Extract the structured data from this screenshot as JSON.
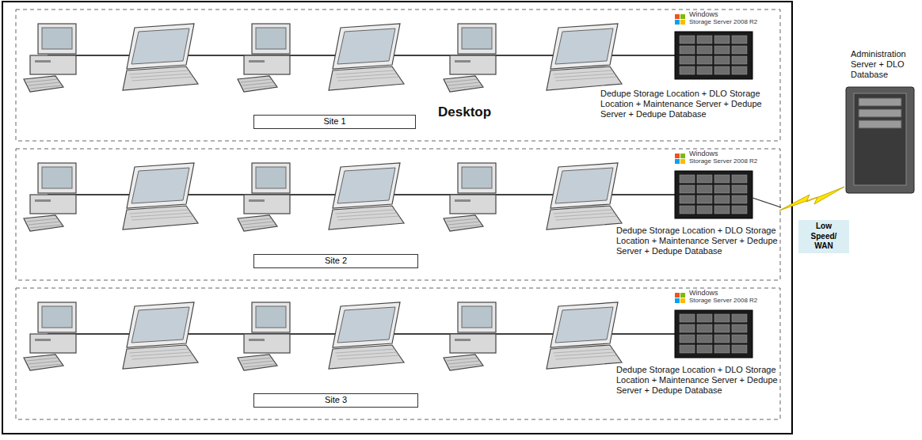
{
  "diagram": {
    "nodes": [
      {
        "text": [
          "Site 1"
        ]
      },
      {
        "text": [
          "Site 2"
        ]
      },
      {
        "text": [
          "Site 3"
        ]
      },
      {
        "text": [
          "Low Speed/ WAN"
        ]
      }
    ],
    "labels": [
      "Windows",
      "Storage Server 2008 R2",
      "Dedupe Storage Location + DLO Storage Location + Maintenance Server + Dedupe Server + Dedupe Database",
      "Desktop",
      "Windows",
      "Storage Server 2008 R2",
      "Dedupe Storage Location + DLO Storage Location + Maintenance Server + Dedupe Server + Dedupe Database",
      "Windows",
      "Storage Server 2008 R2",
      "Dedupe Storage Location + DLO Storage Location + Maintenance Server + Dedupe Server + Dedupe Database",
      "Administration Server + DLO Database"
    ]
  }
}
